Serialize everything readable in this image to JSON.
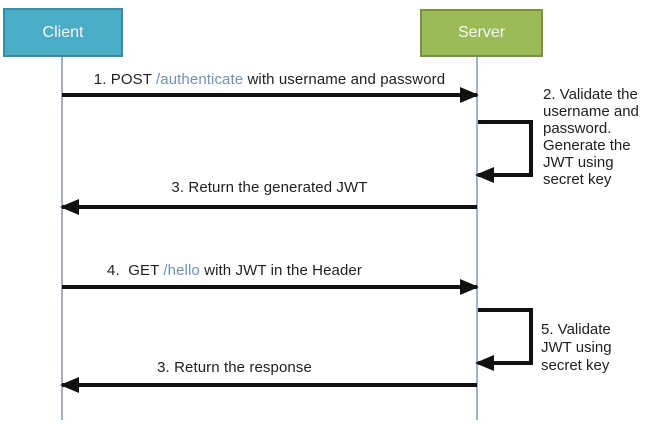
{
  "actors": {
    "client": {
      "label": "Client",
      "fill": "#4bacc6",
      "border": "#3a8ba4"
    },
    "server": {
      "label": "Server",
      "fill": "#9bbb59",
      "border": "#77933c"
    }
  },
  "colors": {
    "arrow": "#111111",
    "lifeline": "#8fa6ba",
    "text": "#1f1f1f",
    "endpoint_link": "#7191b8"
  },
  "messages": {
    "m1": {
      "pre": "1. POST ",
      "endpoint": "/authenticate",
      "post": " with username and password",
      "direction": "client-to-server"
    },
    "m3": {
      "text": "3. Return the generated JWT",
      "direction": "server-to-client"
    },
    "m4": {
      "pre": "4.  GET ",
      "endpoint": "/hello",
      "post": " with JWT in the Header",
      "direction": "client-to-server"
    },
    "m6": {
      "text": "3. Return the response",
      "direction": "server-to-client"
    }
  },
  "notes": {
    "n2": {
      "lines": [
        "2. Validate the",
        "username and",
        "password.",
        "Generate the",
        "JWT using",
        "secret key"
      ]
    },
    "n5": {
      "lines": [
        "5. Validate",
        "JWT using",
        "secret key"
      ]
    }
  }
}
